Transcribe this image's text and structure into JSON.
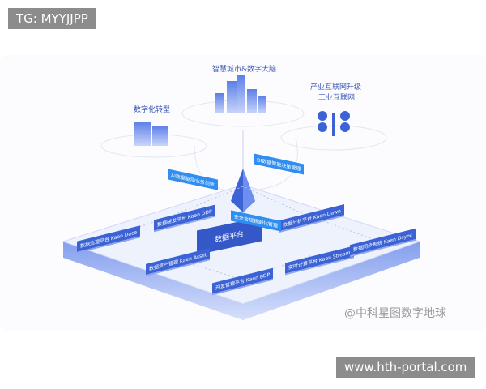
{
  "watermarks": {
    "top_left": "TG: MYYJJPP",
    "bottom_right": "www.hth-portal.com",
    "source": "@中科星图数字地球"
  },
  "top_nodes": [
    {
      "label": "数字化转型"
    },
    {
      "label": "智慧城市&数字大脑"
    },
    {
      "label": "产业互联网升级",
      "sublabel": "工业互联网"
    }
  ],
  "center": {
    "label": "数据平台"
  },
  "modules": [
    {
      "label": "数据治理平台 Kaen Dace"
    },
    {
      "label": "数据研发平台 Kaen DDP"
    },
    {
      "label": "数据资产管理 Kaen Asset"
    },
    {
      "label": "开发管理平台 Kaen BDP"
    },
    {
      "label": "数据分析平台 Kaen Dawn"
    },
    {
      "label": "实时计算平台 Kaen Stream"
    },
    {
      "label": "数据同步系统 Kaen Dsync"
    }
  ],
  "tags": [
    {
      "label": "AI数据驱动业务创新"
    },
    {
      "label": "DI数据智能决策管理"
    },
    {
      "label": "安全合规精细化管理"
    }
  ],
  "colors": {
    "primary": "#3558c9",
    "accent": "#2f8ef0",
    "platform": "#dfe6fb"
  }
}
